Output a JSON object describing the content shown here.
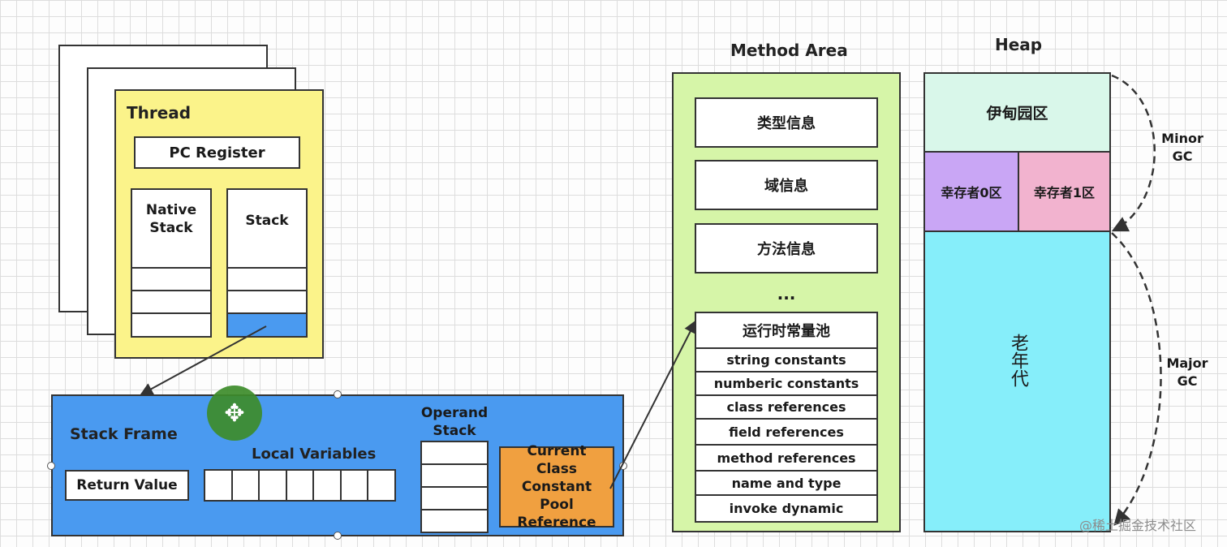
{
  "thread": {
    "title": "Thread",
    "pc_register": "PC Register",
    "native_stack": "Native Stack",
    "stack": "Stack"
  },
  "stack_frame": {
    "title": "Stack Frame",
    "local_variables": "Local Variables",
    "return_value": "Return Value",
    "operand_stack": "Operand Stack",
    "constant_pool_ref": "Current Class Constant Pool Reference"
  },
  "method_area": {
    "title": "Method Area",
    "items": [
      "类型信息",
      "域信息",
      "方法信息"
    ],
    "ellipsis": "...",
    "runtime_pool": {
      "title": "运行时常量池",
      "rows": [
        "string constants",
        "numberic constants",
        "class references",
        "field references",
        "method references",
        "name and type",
        "invoke dynamic"
      ]
    }
  },
  "heap": {
    "title": "Heap",
    "eden": "伊甸园区",
    "survivor0": "幸存者0区",
    "survivor1": "幸存者1区",
    "old_gen": "老年代",
    "minor_gc": "Minor GC",
    "major_gc": "Major GC"
  },
  "watermark": "@稀土掘金技术社区",
  "colors": {
    "thread_bg": "#fbf38a",
    "stack_frame_bg": "#4a9af0",
    "orange": "#f0a040",
    "method_area_bg": "#d6f5a8",
    "eden": "#d9f7ea",
    "survivor0": "#c9a6f5",
    "survivor1": "#f2b3cf",
    "old_gen": "#86eefa",
    "cursor_green": "#3d8c2a"
  }
}
